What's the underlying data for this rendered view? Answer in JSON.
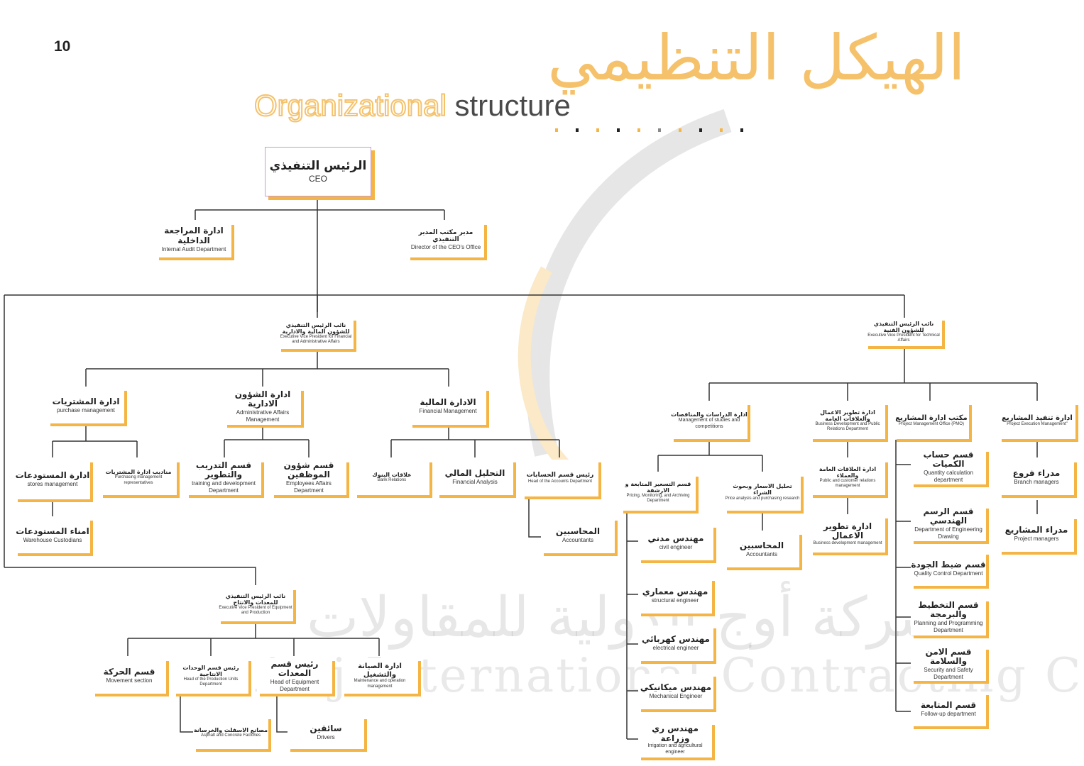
{
  "page_number": "10",
  "title_ar": "الهيكل التنظيمي",
  "title_en_part1": "Organizational",
  "title_en_part2": "structure",
  "watermark_ar": "شركة أوج الدولية للمقاولات",
  "watermark_en": "Awj International Contracting Co.",
  "colors": {
    "accent": "#f5b544",
    "title": "#f5c26b",
    "line": "#333333",
    "text": "#4a4a4a"
  },
  "nodes": {
    "ceo": {
      "ar": "الرئيس التنفيذي",
      "en": "CEO"
    },
    "audit": {
      "ar": "ادارة المراجعة الداخلية",
      "en": "Internal Audit Department"
    },
    "ceo_office": {
      "ar": "مدير مكتب المدير التنفيذي",
      "en": "Director of the CEO's Office"
    },
    "evp_fin": {
      "ar": "نائب الرئيس التنفيذي للشؤون المالية والادارية",
      "en": "Executive Vice President for Financial and Administrative Affairs"
    },
    "evp_tech": {
      "ar": "نائب الرئيس التنفيذي للشؤون الفنية",
      "en": "Executive Vice President for Technical Affairs"
    },
    "purchase": {
      "ar": "ادارة المشتريات",
      "en": "purchase management"
    },
    "admin_affairs": {
      "ar": "ادارة الشؤون الادارية",
      "en": "Administrative Affairs Management"
    },
    "financial_mgmt": {
      "ar": "الادارة المالية",
      "en": "Financial Management"
    },
    "stores": {
      "ar": "ادارة المستودعات",
      "en": "stores management"
    },
    "purch_reps": {
      "ar": "مناديب ادارة المشتريات",
      "en": "Purchasing management representatives"
    },
    "training": {
      "ar": "قسم التدريب والتطوير",
      "en": "training and development Department"
    },
    "employees": {
      "ar": "قسم شؤون الموظفين",
      "en": "Employees Affairs Department"
    },
    "bank": {
      "ar": "علاقات البنوك",
      "en": "Bank Relations"
    },
    "fin_analysis": {
      "ar": "التحليل المالي",
      "en": "Financial Analysis"
    },
    "head_accounts": {
      "ar": "رئيس قسم الحسابات",
      "en": "Head of the Accounts Department"
    },
    "custodians": {
      "ar": "امناء المستودعات",
      "en": "Warehouse Custodians"
    },
    "accountants1": {
      "ar": "المحاسبين",
      "en": "Accountants"
    },
    "studies": {
      "ar": "ادارة الدراسات والمناقصات",
      "en": "Management of studies and competitions"
    },
    "bizdev": {
      "ar": "ادارة تطوير الاعمال والعلاقات العامة",
      "en": "Business Development and Public Relations Department"
    },
    "pmo": {
      "ar": "مكتب ادارة المشاريع",
      "en": "Project Management Office (PMO)"
    },
    "exec_projects": {
      "ar": "ادارة تنفيذ المشاريع",
      "en": "Project Execution Management\""
    },
    "pricing": {
      "ar": "قسم التسعير المتابعة و الارشفة",
      "en": "Pricing, Monitoring, and Archiving Department"
    },
    "price_analysis": {
      "ar": "تحليل الاسعار وبحوث الشراء",
      "en": "Price analysis and purchasing research"
    },
    "public_rel": {
      "ar": "ادارة العلاقات العامة والعملاء",
      "en": "Public and customer relations management"
    },
    "bizdev_mgmt": {
      "ar": "ادارة تطوير الاعمال",
      "en": "Business development management"
    },
    "qty_calc": {
      "ar": "قسم حساب الكميات",
      "en": "Quantity calculation department"
    },
    "eng_drawing": {
      "ar": "قسم الرسم الهندسي",
      "en": "Department of Engineering Drawing"
    },
    "quality": {
      "ar": "قسم ضبط الجودة",
      "en": "Quality Control Department"
    },
    "planning": {
      "ar": "قسم التخطيط والبرمجة",
      "en": "Planning and Programming Department"
    },
    "safety": {
      "ar": "قسم الامن والسلامة",
      "en": "Security and Safety Department"
    },
    "followup": {
      "ar": "قسم المتابعة",
      "en": "Follow-up department"
    },
    "branch_mgrs": {
      "ar": "مدراء فروع",
      "en": "Branch managers"
    },
    "project_mgrs": {
      "ar": "مدراء المشاريع",
      "en": "Project managers"
    },
    "civil": {
      "ar": "مهندس مدني",
      "en": "civil engineer"
    },
    "structural": {
      "ar": "مهندس معماري",
      "en": "structural engineer"
    },
    "electrical": {
      "ar": "مهندس كهربائي",
      "en": "electrical engineer"
    },
    "mechanical": {
      "ar": "مهندس ميكانيكي",
      "en": "Mechanical Engineer"
    },
    "irrigation": {
      "ar": "مهندس ري وزراعة",
      "en": "Irrigation and agricultural engineer"
    },
    "accountants2": {
      "ar": "المحاسبين",
      "en": "Accountants"
    },
    "evp_equip": {
      "ar": "نائب الرئيس التنفيذي للمعدات والانتاج",
      "en": "Executive Vice President of Equipment and Production"
    },
    "movement": {
      "ar": "قسم الحركة",
      "en": "Movement section"
    },
    "production": {
      "ar": "رئيس قسم الوحدات الانتاجية",
      "en": "Head of the Production Units Department"
    },
    "equipment": {
      "ar": "رئيس قسم المعدات",
      "en": "Head of Equipment Department"
    },
    "maintenance": {
      "ar": "ادارة الصيانة والتشغيل",
      "en": "Maintenance and operation management"
    },
    "asphalt": {
      "ar": "مصانع الاسفلت والخرسانة",
      "en": "Asphalt and Concrete Factories"
    },
    "drivers": {
      "ar": "سائقين",
      "en": "Drivers"
    }
  }
}
